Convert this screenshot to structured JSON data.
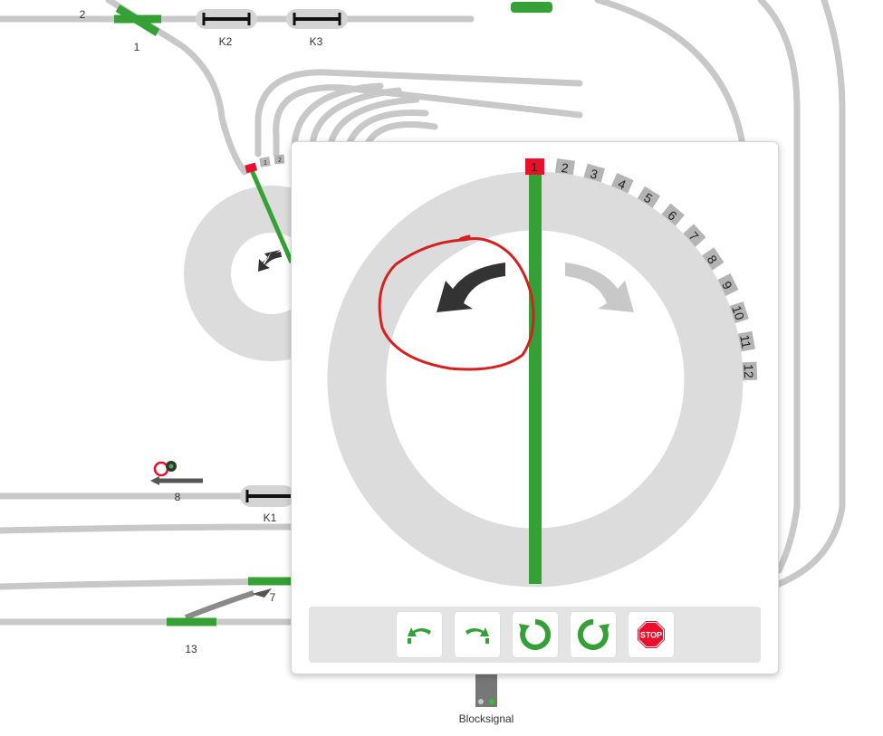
{
  "layout_labels": {
    "switch_1": "1",
    "switch_2": "2",
    "block_k2": "K2",
    "block_k3": "K3",
    "block_k1": "K1",
    "signal_8": "8",
    "switch_7": "7",
    "switch_13": "13",
    "blocksignal": "Blocksignal"
  },
  "mini_turntable_tracks": [
    "1",
    "2"
  ],
  "turntable": {
    "tracks": [
      "1",
      "2",
      "3",
      "4",
      "5",
      "6",
      "7",
      "8",
      "9",
      "10",
      "11",
      "12"
    ],
    "active_track": "1",
    "controls": {
      "step_left": "step-left-icon",
      "step_right": "step-right-icon",
      "rotate_ccw": "rotate-ccw-icon",
      "rotate_cw": "rotate-cw-icon",
      "stop_label": "STOP"
    }
  },
  "colors": {
    "track": "#c8c8c8",
    "active": "#35a035",
    "occupied": "#e8102a",
    "ring": "#dcdcdc",
    "arrow_active": "#333333",
    "arrow_inactive": "#c8c8c8",
    "annotation": "#d42020"
  }
}
